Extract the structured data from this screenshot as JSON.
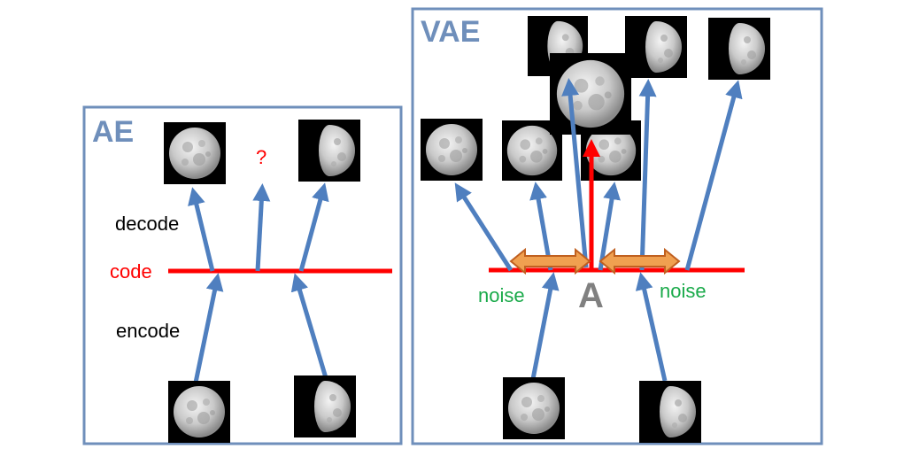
{
  "ae": {
    "title": "AE",
    "decode_label": "decode",
    "code_label": "code",
    "encode_label": "encode",
    "question_mark": "?"
  },
  "vae": {
    "title": "VAE",
    "noise_left": "noise",
    "noise_right": "noise",
    "point_label": "A"
  },
  "colors": {
    "panel_border": "#6f8fbb",
    "arrow_blue": "#4f7fbf",
    "code_red": "#ff0000",
    "noise_green": "#1aaa4a",
    "double_arrow_fill": "#f0a050",
    "double_arrow_stroke": "#c06020",
    "point_label_gray": "#808080"
  },
  "icons": {
    "full_moon": "full-moon-icon",
    "half_moon": "half-moon-icon"
  }
}
